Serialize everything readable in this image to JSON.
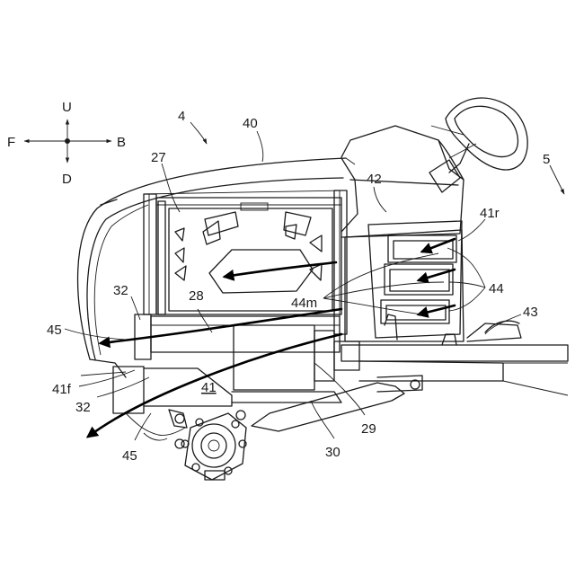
{
  "directions": {
    "up": "U",
    "down": "D",
    "front": "F",
    "back": "B"
  },
  "labels": {
    "n4": "4",
    "n5": "5",
    "n27": "27",
    "n28": "28",
    "n29": "29",
    "n30": "30",
    "n32a": "32",
    "n32b": "32",
    "n40": "40",
    "n41": "41",
    "n41f": "41f",
    "n41r": "41r",
    "n42": "42",
    "n43": "43",
    "n44": "44",
    "n44m": "44m",
    "n45a": "45",
    "n45b": "45"
  }
}
